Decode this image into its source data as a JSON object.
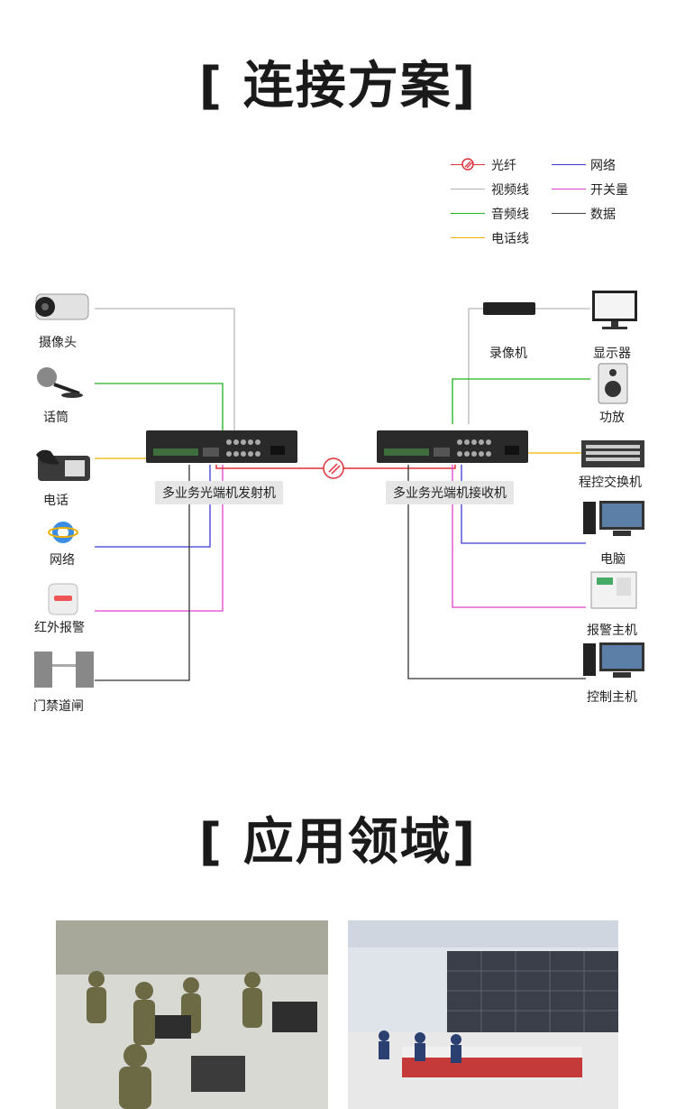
{
  "titles": {
    "connection": "[ 连接方案]",
    "application": "[ 应用领域]"
  },
  "legend": [
    {
      "label": "光纤",
      "color": "#e0303a"
    },
    {
      "label": "网络",
      "color": "#3b3bd6"
    },
    {
      "label": "视频线",
      "color": "#b0b0b0"
    },
    {
      "label": "开关量",
      "color": "#e040d0"
    },
    {
      "label": "音频线",
      "color": "#20b020"
    },
    {
      "label": "数据",
      "color": "#444444"
    },
    {
      "label": "电话线",
      "color": "#f0b000"
    }
  ],
  "left_devices": [
    {
      "label": "摄像头",
      "icon": "camera-icon"
    },
    {
      "label": "话筒",
      "icon": "microphone-icon"
    },
    {
      "label": "电话",
      "icon": "telephone-icon"
    },
    {
      "label": "网络",
      "icon": "ie-icon"
    },
    {
      "label": "红外报警",
      "icon": "infrared-alarm-icon"
    },
    {
      "label": "门禁道闸",
      "icon": "turnstile-icon"
    }
  ],
  "right_devices": [
    {
      "label": "录像机",
      "icon": "recorder-icon"
    },
    {
      "label": "显示器",
      "icon": "monitor-icon"
    },
    {
      "label": "功放",
      "icon": "speaker-icon"
    },
    {
      "label": "程控交换机",
      "icon": "switchboard-icon"
    },
    {
      "label": "电脑",
      "icon": "computer-icon"
    },
    {
      "label": "报警主机",
      "icon": "alarm-host-icon"
    },
    {
      "label": "控制主机",
      "icon": "control-host-icon"
    }
  ],
  "transmitter_label": "多业务光端机发射机",
  "receiver_label": "多业务光端机接收机"
}
